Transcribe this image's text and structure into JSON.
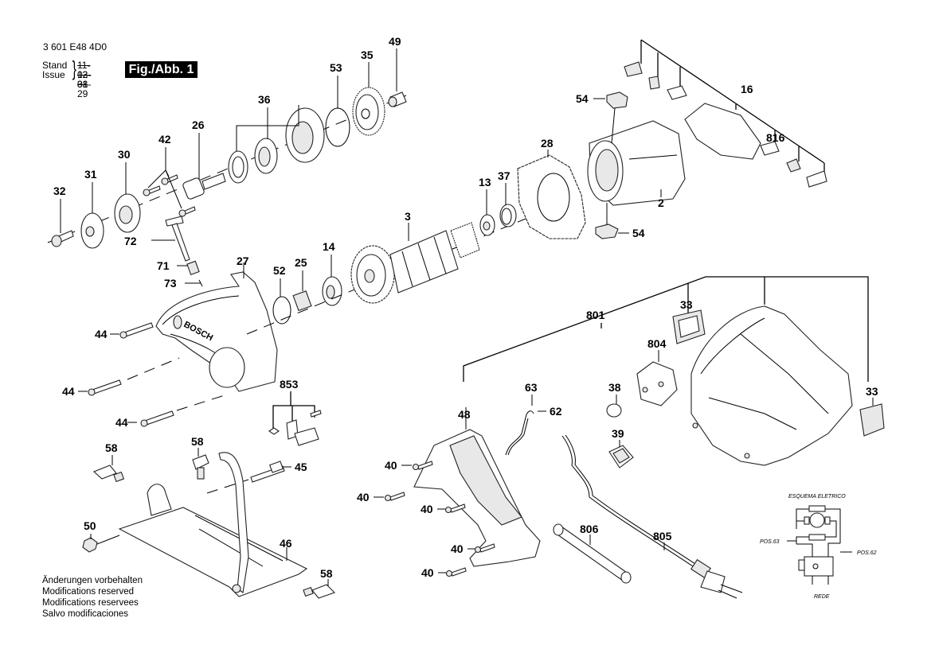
{
  "header": {
    "document_number": "3 601 E48 4D0",
    "stand_label": "Stand",
    "issue_label": "Issue",
    "stand_date_old": "11-03-31",
    "issue_date": "12-08-29",
    "figure_label": "Fig./Abb. 1"
  },
  "footer_notes": [
    "Änderungen vorbehalten",
    "Modifications reserved",
    "Modifications reservees",
    "Salvo modificaciones"
  ],
  "part_labels": {
    "p2": "2",
    "p3": "3",
    "p13": "13",
    "p14": "14",
    "p16": "16",
    "p25": "25",
    "p26": "26",
    "p27": "27",
    "p28": "28",
    "p30": "30",
    "p31": "31",
    "p32": "32",
    "p33a": "33",
    "p33b": "33",
    "p35": "35",
    "p36": "36",
    "p37": "37",
    "p38": "38",
    "p39": "39",
    "p40a": "40",
    "p40b": "40",
    "p40c": "40",
    "p40d": "40",
    "p40e": "40",
    "p42": "42",
    "p44a": "44",
    "p44b": "44",
    "p44c": "44",
    "p45": "45",
    "p46": "46",
    "p48": "48",
    "p49": "49",
    "p50": "50",
    "p52": "52",
    "p53": "53",
    "p54a": "54",
    "p54b": "54",
    "p58a": "58",
    "p58b": "58",
    "p58c": "58",
    "p62": "62",
    "p63": "63",
    "p71": "71",
    "p72": "72",
    "p73": "73",
    "p801": "801",
    "p804": "804",
    "p805": "805",
    "p806": "806",
    "p816": "816",
    "p853": "853"
  },
  "brand_text": "BOSCH",
  "schematic": {
    "title": "ESQUEMA ELETRICO",
    "pos63": "POS.63",
    "pos62": "POS.62",
    "rede": "REDE"
  }
}
